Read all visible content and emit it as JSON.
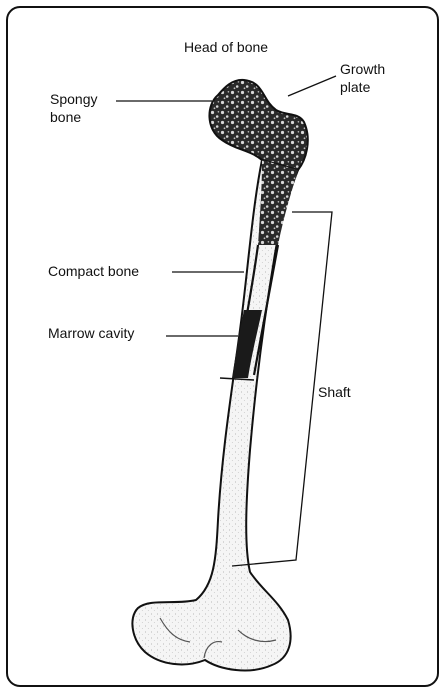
{
  "labels": {
    "head_of_bone": "Head of bone",
    "growth_plate_line1": "Growth",
    "growth_plate_line2": "plate",
    "spongy_bone_line1": "Spongy",
    "spongy_bone_line2": "bone",
    "compact_bone": "Compact bone",
    "marrow_cavity": "Marrow cavity",
    "shaft": "Shaft"
  },
  "colors": {
    "outline": "#111111",
    "bone_fill": "#f2f2f2",
    "spongy_texture": "#333333",
    "marrow": "#1a1a1a"
  }
}
